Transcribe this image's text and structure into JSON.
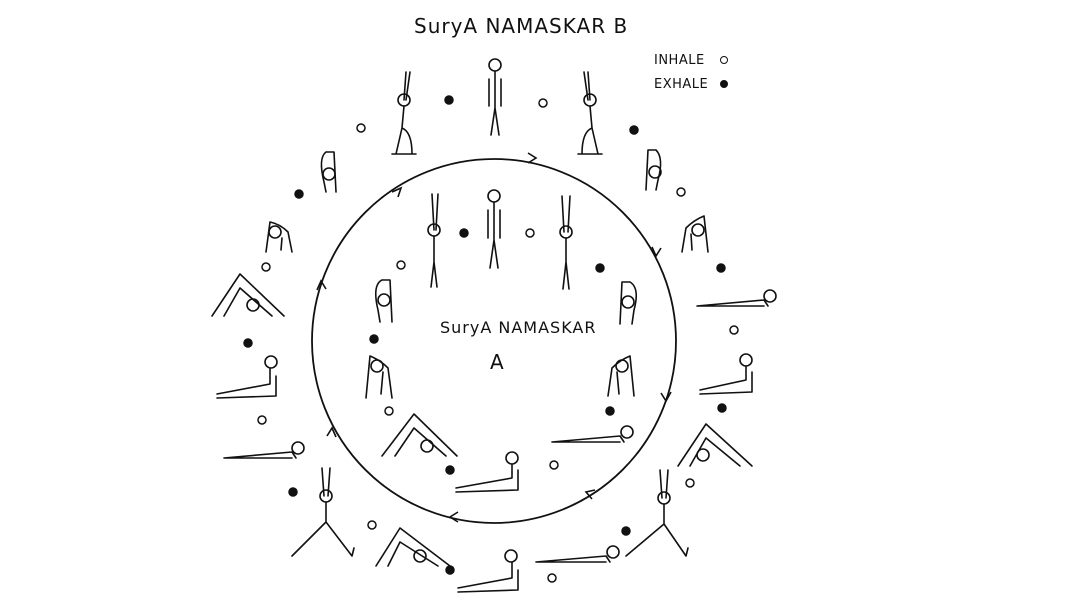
{
  "diagram": {
    "title_b": "SuryA NAMASKAR B",
    "title_a_line1": "SuryA NAMASKAR",
    "title_a_line2": "A",
    "legend": {
      "inhale_label": "INHALE",
      "exhale_label": "EXHALE"
    },
    "colors": {
      "ink": "#111111",
      "background": "#ffffff"
    }
  }
}
